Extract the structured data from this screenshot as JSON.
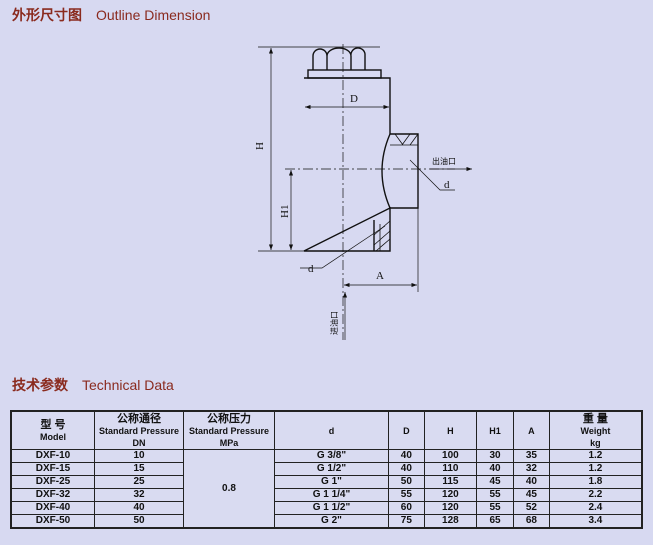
{
  "outline": {
    "title_cn": "外形尺寸图",
    "title_en": "Outline Dimension"
  },
  "drawing": {
    "labels": {
      "D": "D",
      "H": "H",
      "H1": "H1",
      "A": "A",
      "d_upper": "d",
      "d_lower": "d",
      "outlet": "出油口",
      "inlet": "进油口"
    }
  },
  "technical": {
    "title_cn": "技术参数",
    "title_en": "Technical Data"
  },
  "table": {
    "headers": [
      {
        "cn": "型 号",
        "en": "Model"
      },
      {
        "cn": "公称通径",
        "en": "Standard Pressure",
        "unit": "DN"
      },
      {
        "cn": "公称压力",
        "en": "Standard Pressure",
        "unit": "MPa"
      },
      {
        "en": "d"
      },
      {
        "en": "D"
      },
      {
        "en": "H"
      },
      {
        "en": "H1"
      },
      {
        "en": "A"
      },
      {
        "cn": "重 量",
        "en": "Weight",
        "unit": "kg"
      }
    ],
    "pressure": "0.8",
    "rows": [
      {
        "model": "DXF-10",
        "dn": "10",
        "d": "G 3/8\"",
        "D": "40",
        "H": "100",
        "H1": "30",
        "A": "35",
        "w": "1.2"
      },
      {
        "model": "DXF-15",
        "dn": "15",
        "d": "G 1/2\"",
        "D": "40",
        "H": "110",
        "H1": "40",
        "A": "32",
        "w": "1.2"
      },
      {
        "model": "DXF-25",
        "dn": "25",
        "d": "G 1\"",
        "D": "50",
        "H": "115",
        "H1": "45",
        "A": "40",
        "w": "1.8"
      },
      {
        "model": "DXF-32",
        "dn": "32",
        "d": "G 1 1/4\"",
        "D": "55",
        "H": "120",
        "H1": "55",
        "A": "45",
        "w": "2.2"
      },
      {
        "model": "DXF-40",
        "dn": "40",
        "d": "G 1 1/2\"",
        "D": "60",
        "H": "120",
        "H1": "55",
        "A": "52",
        "w": "2.4"
      },
      {
        "model": "DXF-50",
        "dn": "50",
        "d": "G 2\"",
        "D": "75",
        "H": "128",
        "H1": "65",
        "A": "68",
        "w": "3.4"
      }
    ]
  }
}
